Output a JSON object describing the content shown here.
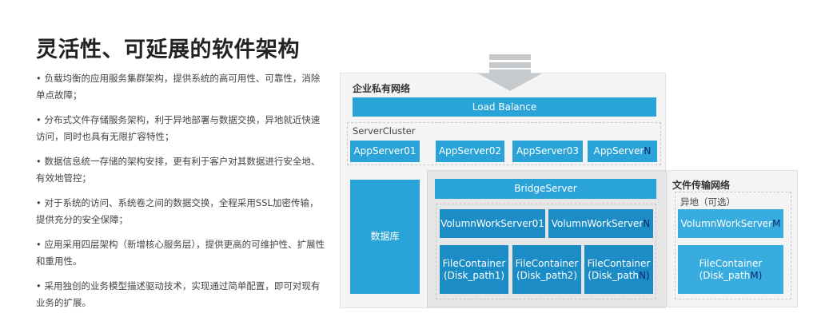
{
  "title": "灵活性、可延展的软件架构",
  "bullets": [
    "• 负载均衡的应用服务集群架构，提供系统的高可用性、可靠性，消除单点故障；",
    "• 分布式文件存储服务架构，利于异地部署与数据交换，异地就近快速访问，同时也具有无限扩容特性；",
    "• 数据信息统一存储的架构安排，更有利于客户对其数据进行安全地、有效地管控；",
    "• 对于系统的访问、系统卷之间的数据交换，全程采用SSL加密传输，提供充分的安全保障；",
    "• 应用采用四层架构（新增核心服务层），提供更高的可维护性、扩展性和重用性。",
    "• 采用独创的业务模型描述驱动技术，实现通过简单配置，即可对现有业务的扩展。"
  ],
  "diagram": {
    "enterprise_label": "企业私有网络",
    "load_balance": "Load Balance",
    "server_cluster_label": "ServerCluster",
    "app_servers": [
      "AppServer01",
      "AppServer02",
      "AppServer03"
    ],
    "app_server_n_prefix": "AppServer",
    "app_server_n_suffix": "N",
    "database": "数据库",
    "bridge_server": "BridgeServer",
    "volumn_work_server_01": "VolumnWorkServer01",
    "volumn_work_server_n_prefix": "VolumnWorkServer",
    "volumn_work_server_n_suffix": "N",
    "file_container_1_name": "FileContainer",
    "file_container_1_path": "(Disk_path1)",
    "file_container_2_name": "FileContainer",
    "file_container_2_path": "(Disk_path2)",
    "file_container_n_name": "FileContainer",
    "file_container_n_path_prefix": "(Disk_path",
    "file_container_n_path_suffix": "N)",
    "file_network_label": "文件传输网络",
    "remote_label": "异地（可选）",
    "remote_volumn_prefix": "VolumnWorkServer",
    "remote_volumn_suffix": "M",
    "remote_file_container_name": "FileContainer",
    "remote_file_container_path_prefix": "(Disk_path",
    "remote_file_container_path_suffix": "M)"
  },
  "colors": {
    "box_blue": "#2aa4d8",
    "box_dark": "#1b8cc6",
    "suffix": "#0b2a6b",
    "panel": "#f4f4f4"
  }
}
